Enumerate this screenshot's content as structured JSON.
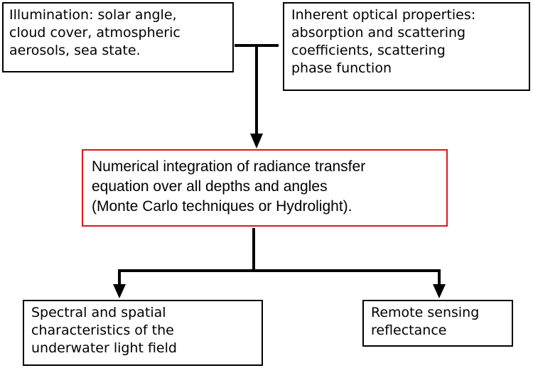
{
  "diagram": {
    "boxes": {
      "illumination": "Illumination: solar angle,\ncloud cover, atmospheric\naerosols, sea state.",
      "iop": "Inherent optical properties:\nabsorption and scattering\ncoefficients, scattering\nphase function",
      "integration": "Numerical integration of radiance transfer\nequation over all depths and angles\n(Monte Carlo techniques or Hydrolight).",
      "light_field": "Spectral and spatial\ncharacteristics of the\nunderwater light field",
      "reflectance": "Remote sensing\nreflectance"
    },
    "colors": {
      "line": "#000000",
      "center_border": "#e0141a"
    }
  }
}
